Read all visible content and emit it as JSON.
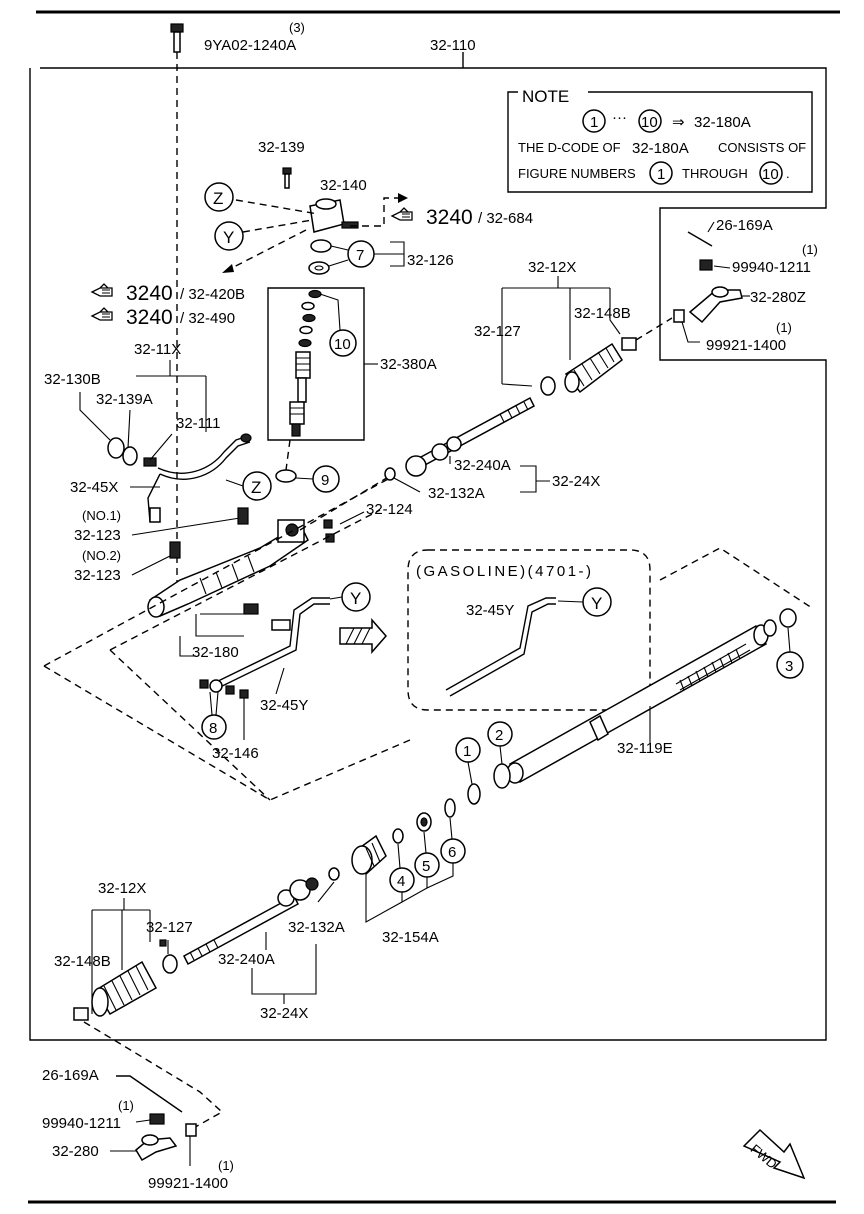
{
  "labels": {
    "bolt_top": "9YA02-1240A",
    "bolt_top_qty": "(3)",
    "assembly": "32-110",
    "p139": "32-139",
    "p140": "32-140",
    "p126": "32-126",
    "ref_3240": "3240",
    "ref_684": "/ 32-684",
    "ref_420b": "/ 32-420B",
    "ref_490": "/ 32-490",
    "p380a": "32-380A",
    "p11x": "32-11X",
    "p130b": "32-130B",
    "p139a": "32-139A",
    "p111": "32-111",
    "p45x": "32-45X",
    "no1": "(NO.1)",
    "no2": "(NO.2)",
    "p123a": "32-123",
    "p123b": "32-123",
    "p124": "32-124",
    "p180": "32-180",
    "p45y": "32-45Y",
    "p146": "32-146",
    "p12x_r": "32-12X",
    "p127_r": "32-127",
    "p148b_r": "32-148B",
    "p240a_r": "32-240A",
    "p24x_r": "32-24X",
    "p132a_r": "32-132A",
    "p169a_r": "26-169A",
    "p99940_r": "99940-1211",
    "p99940_r_qty": "(1)",
    "p280z": "32-280Z",
    "p99921_r": "99921-1400",
    "p99921_r_qty": "(1)",
    "gasoline": "(GASOLINE)(4701-)",
    "p45y_g": "32-45Y",
    "p119e": "32-119E",
    "p12x_l": "32-12X",
    "p127_l": "32-127",
    "p148b_l": "32-148B",
    "p240a_l": "32-240A",
    "p132a_l": "32-132A",
    "p154a": "32-154A",
    "p24x_l": "32-24X",
    "p169a_l": "26-169A",
    "p99940_l": "99940-1211",
    "p99940_l_qty": "(1)",
    "p280": "32-280",
    "p99921_l": "99921-1400",
    "p99921_l_qty": "(1)",
    "fwd": "FWD"
  },
  "callouts": {
    "z": "Z",
    "y": "Y",
    "n1": "1",
    "n2": "2",
    "n3": "3",
    "n4": "4",
    "n5": "5",
    "n6": "6",
    "n7": "7",
    "n8": "8",
    "n9": "9",
    "n10": "10"
  },
  "note": {
    "title": "NOTE",
    "range_sep": "···",
    "arrow": "⇒",
    "target": "32-180A",
    "line2_a": "THE D-CODE OF",
    "line2_code": "32-180A",
    "line2_b": "CONSISTS OF",
    "line3_a": "FIGURE NUMBERS",
    "line3_b": "THROUGH",
    "line3_end": "."
  }
}
